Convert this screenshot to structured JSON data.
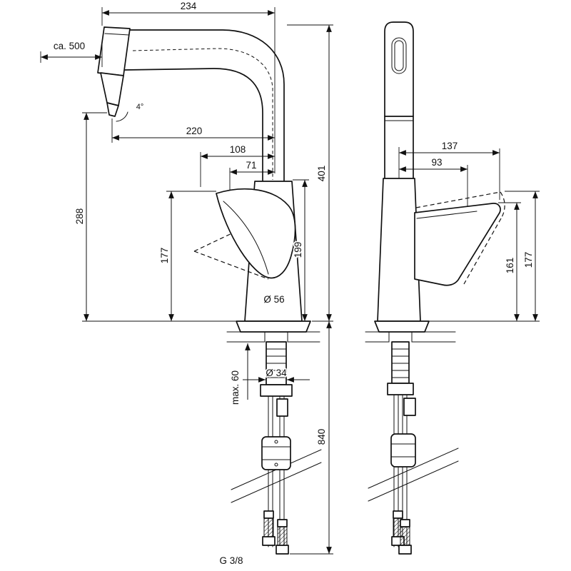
{
  "drawing": {
    "labels": {
      "top_width": "234",
      "pullout_length": "ca. 500",
      "spout_reach": "220",
      "handle_reach_108": "108",
      "handle_reach_71": "71",
      "total_height": "401",
      "spout_height": "288",
      "handle_height_front": "177",
      "body_height": "199",
      "base_diameter": "Ø 56",
      "shank_diameter": "Ø 34",
      "max_counter_thickness": "max. 60",
      "hose_length_below": "840",
      "connection_thread": "G 3/8",
      "head_angle": "4°",
      "side_reach_137": "137",
      "side_reach_93": "93",
      "handle_height_161": "161",
      "handle_height_177": "177"
    },
    "colors": {
      "line": "#111111",
      "background": "#ffffff"
    }
  }
}
